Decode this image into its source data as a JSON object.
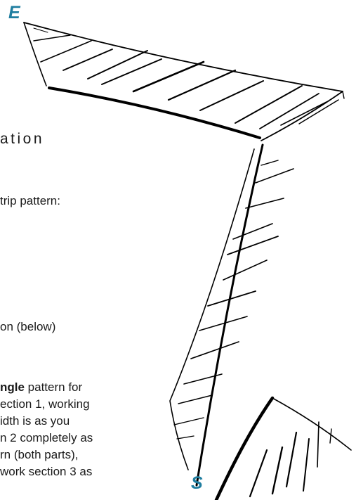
{
  "markers": {
    "end": "E",
    "start": "S"
  },
  "colors": {
    "marker": "#1f7ea0",
    "text": "#1a1a1a",
    "ink": "#000000"
  },
  "heading": "ation",
  "lines": [
    "trip pattern:",
    "on (below)",
    "ngle",
    " pattern for",
    "ection 1, working",
    "idth is as you",
    "n 2 completely as",
    "rn (both parts),",
    "work section 3 as"
  ]
}
